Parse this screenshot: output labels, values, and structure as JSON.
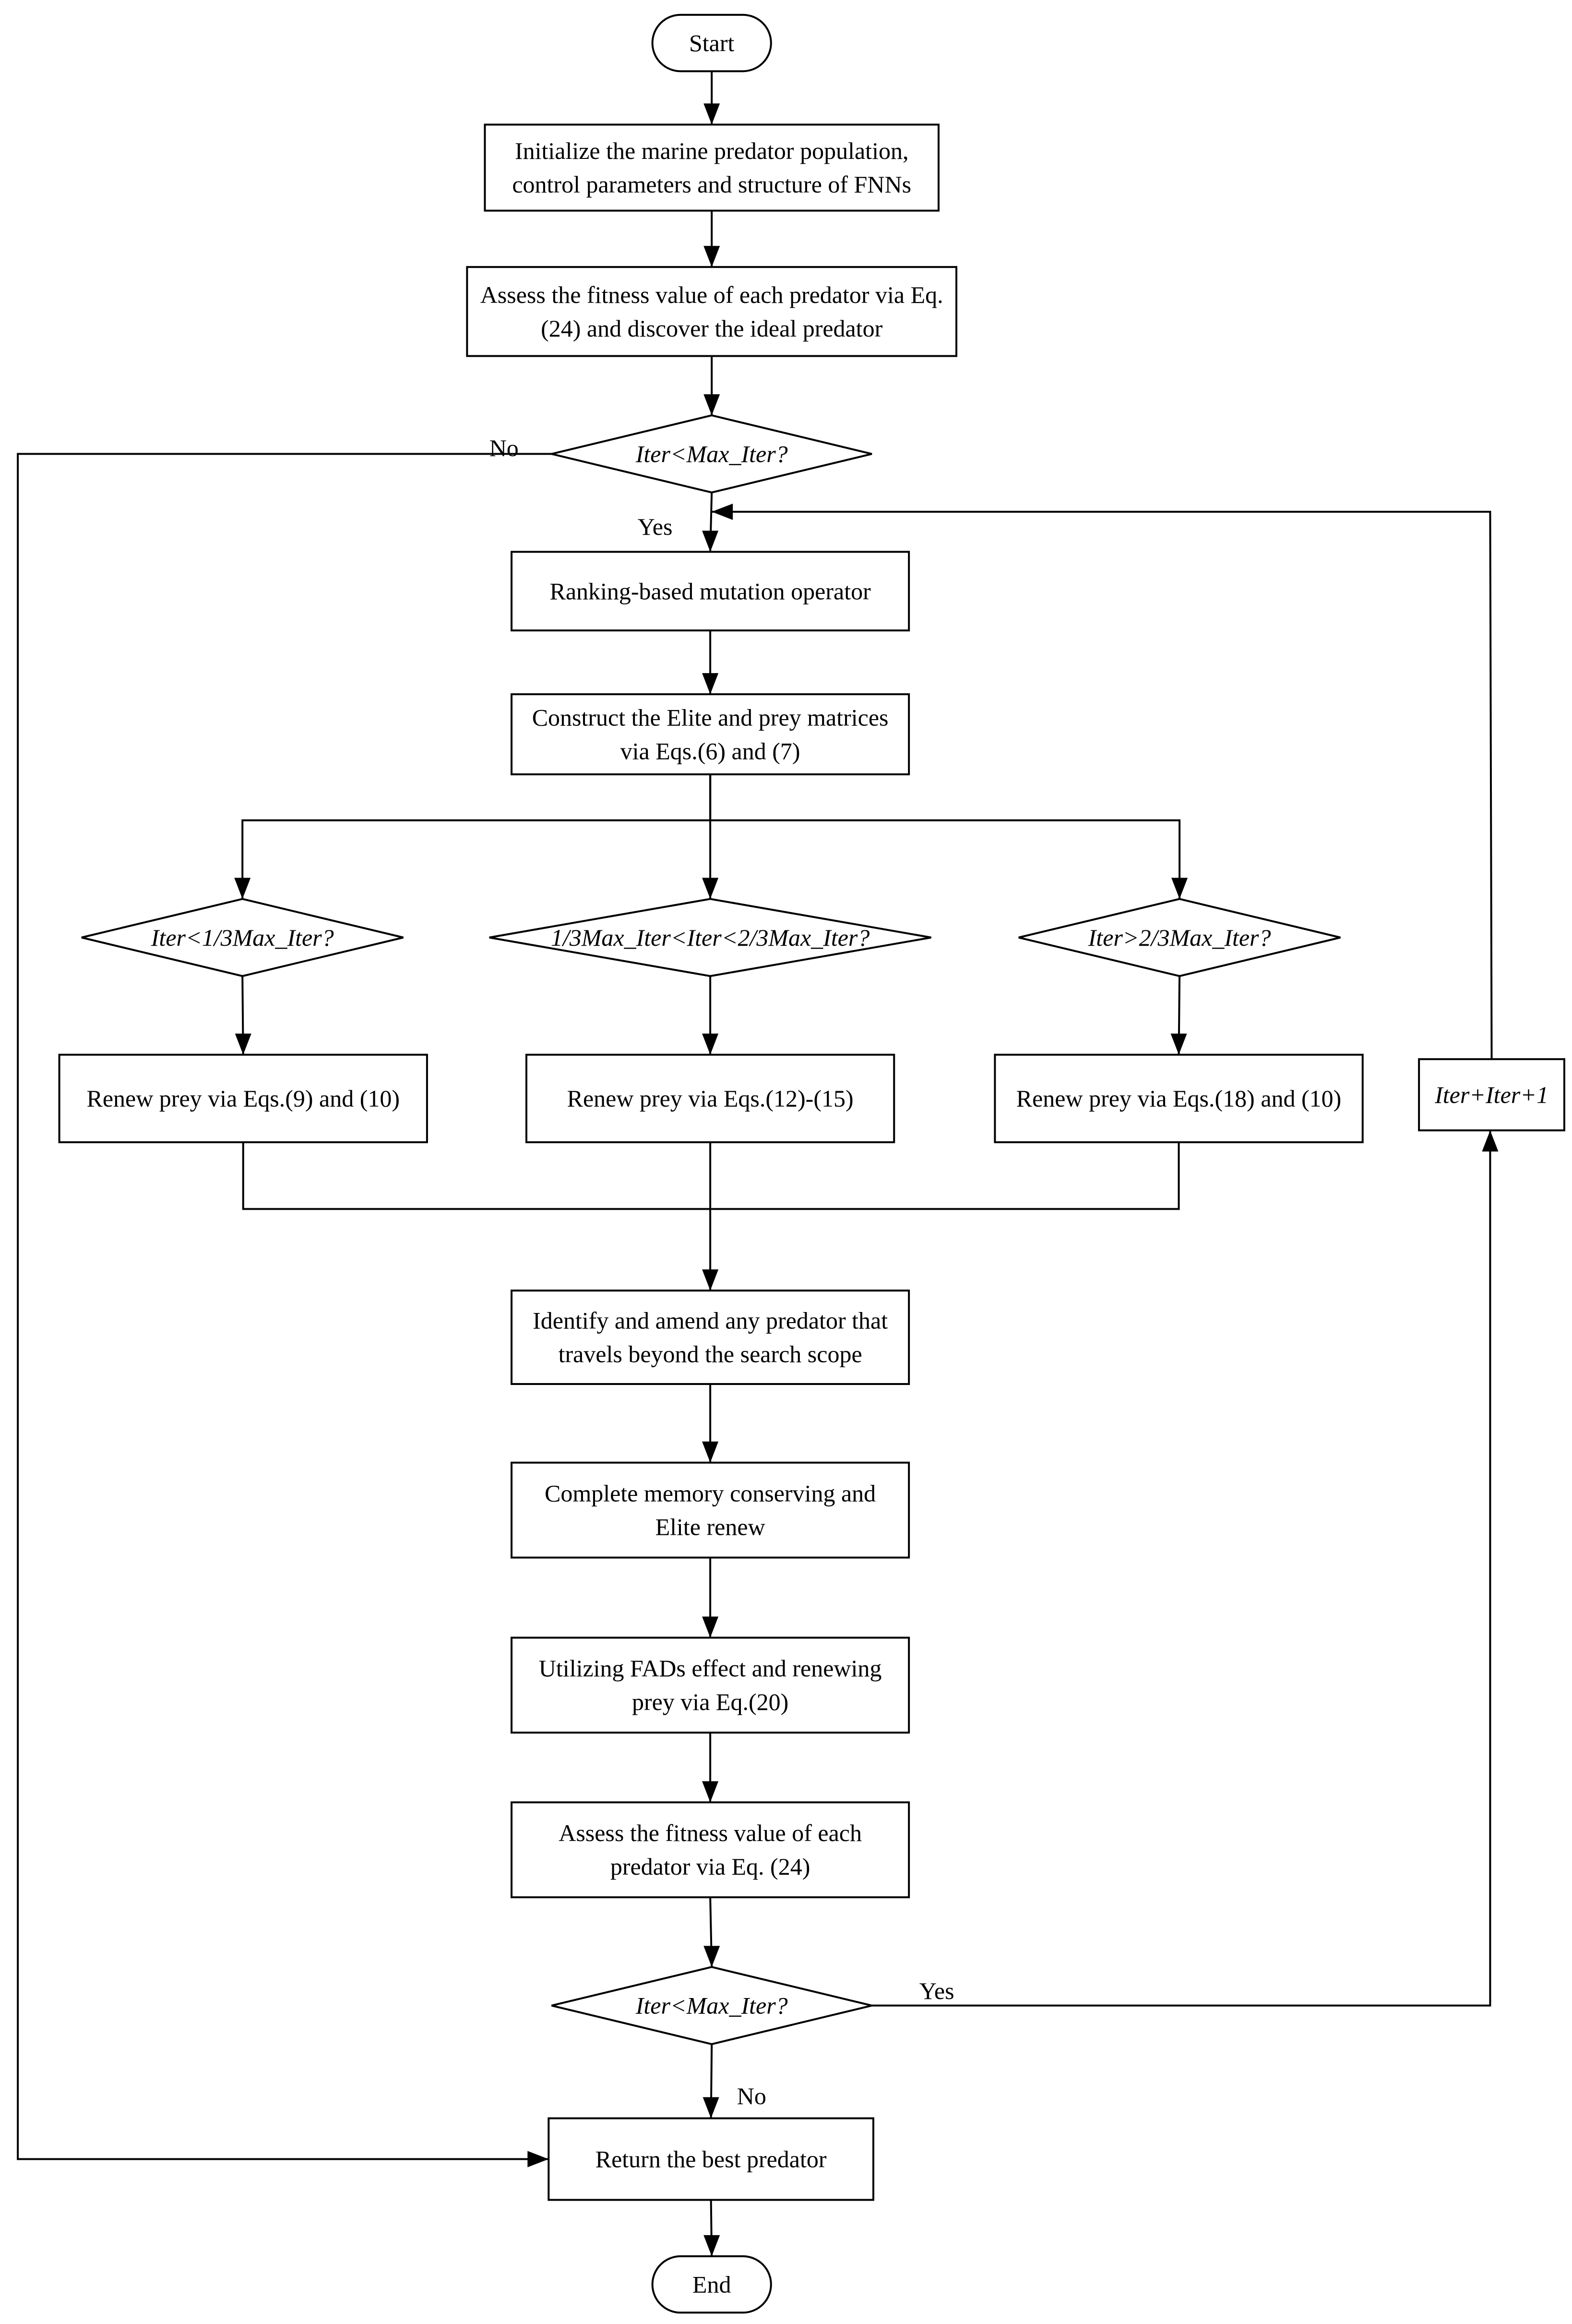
{
  "diagram": {
    "nodes": [
      {
        "id": "start",
        "shape": "terminal",
        "lines": [
          "Start"
        ]
      },
      {
        "id": "init",
        "shape": "process",
        "lines": [
          "Initialize the marine predator population,",
          "control parameters and structure of FNNs"
        ]
      },
      {
        "id": "assess1",
        "shape": "process",
        "lines": [
          "Assess the fitness value of each predator via Eq.",
          "(24) and discover the ideal predator"
        ]
      },
      {
        "id": "dec1",
        "shape": "decision",
        "italic": true,
        "lines": [
          "Iter<Max_Iter?"
        ]
      },
      {
        "id": "ranking",
        "shape": "process",
        "lines": [
          "Ranking-based mutation operator"
        ]
      },
      {
        "id": "construct",
        "shape": "process",
        "lines": [
          "Construct the Elite and prey matrices",
          "via Eqs.(6) and (7)"
        ]
      },
      {
        "id": "decA",
        "shape": "decision",
        "italic": true,
        "lines": [
          "Iter<1/3Max_Iter?"
        ]
      },
      {
        "id": "decB",
        "shape": "decision",
        "italic": true,
        "lines": [
          "1/3Max_Iter<Iter<2/3Max_Iter?"
        ]
      },
      {
        "id": "decC",
        "shape": "decision",
        "italic": true,
        "lines": [
          "Iter>2/3Max_Iter?"
        ]
      },
      {
        "id": "renewA",
        "shape": "process",
        "lines": [
          "Renew  prey via Eqs.(9) and (10)"
        ]
      },
      {
        "id": "renewB",
        "shape": "process",
        "lines": [
          "Renew  prey via Eqs.(12)-(15)"
        ]
      },
      {
        "id": "renewC",
        "shape": "process",
        "lines": [
          "Renew  prey via Eqs.(18) and (10)"
        ]
      },
      {
        "id": "iterinc",
        "shape": "process",
        "italic": true,
        "lines": [
          "Iter+Iter+1"
        ]
      },
      {
        "id": "identify",
        "shape": "process",
        "lines": [
          "Identify and amend any predator that",
          "travels beyond the search scope"
        ]
      },
      {
        "id": "memory",
        "shape": "process",
        "lines": [
          "Complete memory conserving and",
          "Elite renew"
        ]
      },
      {
        "id": "fads",
        "shape": "process",
        "lines": [
          "Utilizing FADs effect and renewing",
          "prey via Eq.(20)"
        ]
      },
      {
        "id": "assess2",
        "shape": "process",
        "lines": [
          "Assess the fitness value of each",
          "predator via Eq. (24)"
        ]
      },
      {
        "id": "dec2",
        "shape": "decision",
        "italic": true,
        "lines": [
          "Iter<Max_Iter?"
        ]
      },
      {
        "id": "best",
        "shape": "process",
        "lines": [
          "Return the best predator"
        ]
      },
      {
        "id": "end",
        "shape": "terminal",
        "lines": [
          "End"
        ]
      }
    ],
    "edges": [
      {
        "from": "start",
        "to": "init",
        "label": ""
      },
      {
        "from": "init",
        "to": "assess1",
        "label": ""
      },
      {
        "from": "assess1",
        "to": "dec1",
        "label": ""
      },
      {
        "from": "dec1",
        "to": "ranking",
        "label": "Yes"
      },
      {
        "from": "dec1",
        "to": "best",
        "label": "No"
      },
      {
        "from": "ranking",
        "to": "construct",
        "label": ""
      },
      {
        "from": "construct",
        "to": "decA",
        "label": ""
      },
      {
        "from": "construct",
        "to": "decB",
        "label": ""
      },
      {
        "from": "construct",
        "to": "decC",
        "label": ""
      },
      {
        "from": "decA",
        "to": "renewA",
        "label": ""
      },
      {
        "from": "decB",
        "to": "renewB",
        "label": ""
      },
      {
        "from": "decC",
        "to": "renewC",
        "label": ""
      },
      {
        "from": "renewA",
        "to": "identify",
        "label": ""
      },
      {
        "from": "renewB",
        "to": "identify",
        "label": ""
      },
      {
        "from": "renewC",
        "to": "identify",
        "label": ""
      },
      {
        "from": "identify",
        "to": "memory",
        "label": ""
      },
      {
        "from": "memory",
        "to": "fads",
        "label": ""
      },
      {
        "from": "fads",
        "to": "assess2",
        "label": ""
      },
      {
        "from": "assess2",
        "to": "dec2",
        "label": ""
      },
      {
        "from": "dec2",
        "to": "iterinc",
        "label": "Yes"
      },
      {
        "from": "dec2",
        "to": "best",
        "label": "No"
      },
      {
        "from": "iterinc",
        "to": "ranking",
        "label": ""
      },
      {
        "from": "best",
        "to": "end",
        "label": ""
      }
    ]
  }
}
